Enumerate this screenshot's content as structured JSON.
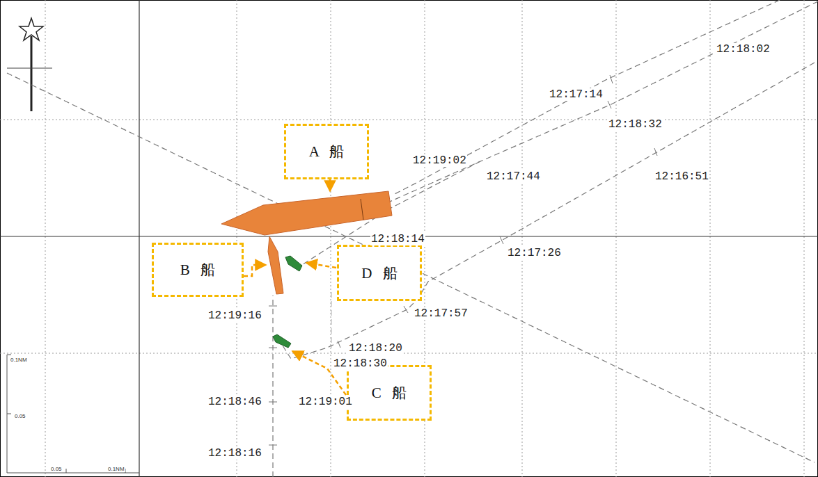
{
  "diagram": {
    "nodes": [
      {
        "text": [
          "A 船"
        ]
      },
      {
        "text": [
          "B 船"
        ]
      },
      {
        "text": [
          "D 船"
        ]
      },
      {
        "text": [
          "C 船"
        ]
      }
    ],
    "labels": [
      "12:18:02",
      "12:17:14",
      "12:18:32",
      "12:19:02",
      "12:17:44",
      "12:16:51",
      "12:18:14",
      "12:17:26",
      "12:19:16",
      "12:17:57",
      "12:18:20",
      "12:18:30",
      "12:18:46",
      "12:19:01",
      "12:18:16",
      "0.1NM",
      "0.05",
      "0.05",
      "0.1NM"
    ]
  }
}
